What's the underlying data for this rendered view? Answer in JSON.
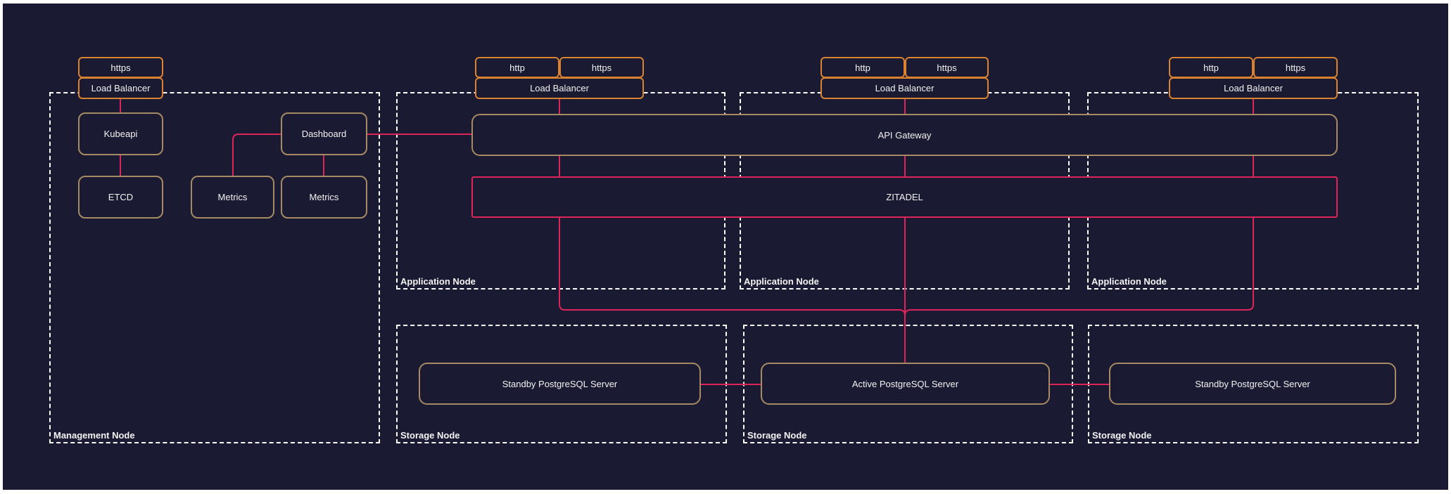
{
  "colors": {
    "bg": "#1a1a33",
    "frame": "#ffffff",
    "orange": "#d9822f",
    "tan": "#a68a64",
    "pink": "#de2559",
    "dash": "#ffffff",
    "text": "#f2f2f2"
  },
  "containers": {
    "management": {
      "label": "Management Node"
    },
    "app1": {
      "label": "Application Node"
    },
    "app2": {
      "label": "Application Node"
    },
    "app3": {
      "label": "Application Node"
    },
    "storage1": {
      "label": "Storage Node"
    },
    "storage2": {
      "label": "Storage Node"
    },
    "storage3": {
      "label": "Storage Node"
    }
  },
  "boxes": {
    "mgmt_https": "https",
    "mgmt_lb": "Load Balancer",
    "kubeapi": "Kubeapi",
    "etcd": "ETCD",
    "metrics_left": "Metrics",
    "metrics_right": "Metrics",
    "dashboard": "Dashboard",
    "lb1_http": "http",
    "lb1_https": "https",
    "lb1_label": "Load Balancer",
    "lb2_http": "http",
    "lb2_https": "https",
    "lb2_label": "Load Balancer",
    "lb3_http": "http",
    "lb3_https": "https",
    "lb3_label": "Load Balancer",
    "api_gateway": "API Gateway",
    "zitadel": "ZITADEL",
    "standby_pg_left": "Standby PostgreSQL Server",
    "active_pg": "Active PostgreSQL Server",
    "standby_pg_right": "Standby PostgreSQL Server"
  },
  "edges": [
    {
      "from": "Load Balancer (management)",
      "to": "Kubeapi"
    },
    {
      "from": "Kubeapi",
      "to": "ETCD"
    },
    {
      "from": "Dashboard",
      "to": "Metrics (left)"
    },
    {
      "from": "Dashboard",
      "to": "Metrics (right)"
    },
    {
      "from": "Dashboard",
      "to": "API Gateway"
    },
    {
      "from": "Load Balancer (application node 1)",
      "to": "API Gateway"
    },
    {
      "from": "Load Balancer (application node 2)",
      "to": "API Gateway"
    },
    {
      "from": "Load Balancer (application node 3)",
      "to": "API Gateway"
    },
    {
      "from": "API Gateway (column 1)",
      "to": "ZITADEL"
    },
    {
      "from": "API Gateway (column 2)",
      "to": "ZITADEL"
    },
    {
      "from": "API Gateway (column 3)",
      "to": "ZITADEL"
    },
    {
      "from": "ZITADEL (column 1)",
      "to": "Active PostgreSQL Server"
    },
    {
      "from": "ZITADEL (column 2)",
      "to": "Active PostgreSQL Server"
    },
    {
      "from": "ZITADEL (column 3)",
      "to": "Active PostgreSQL Server"
    },
    {
      "from": "Standby PostgreSQL Server (left)",
      "to": "Active PostgreSQL Server"
    },
    {
      "from": "Active PostgreSQL Server",
      "to": "Standby PostgreSQL Server (right)"
    }
  ]
}
